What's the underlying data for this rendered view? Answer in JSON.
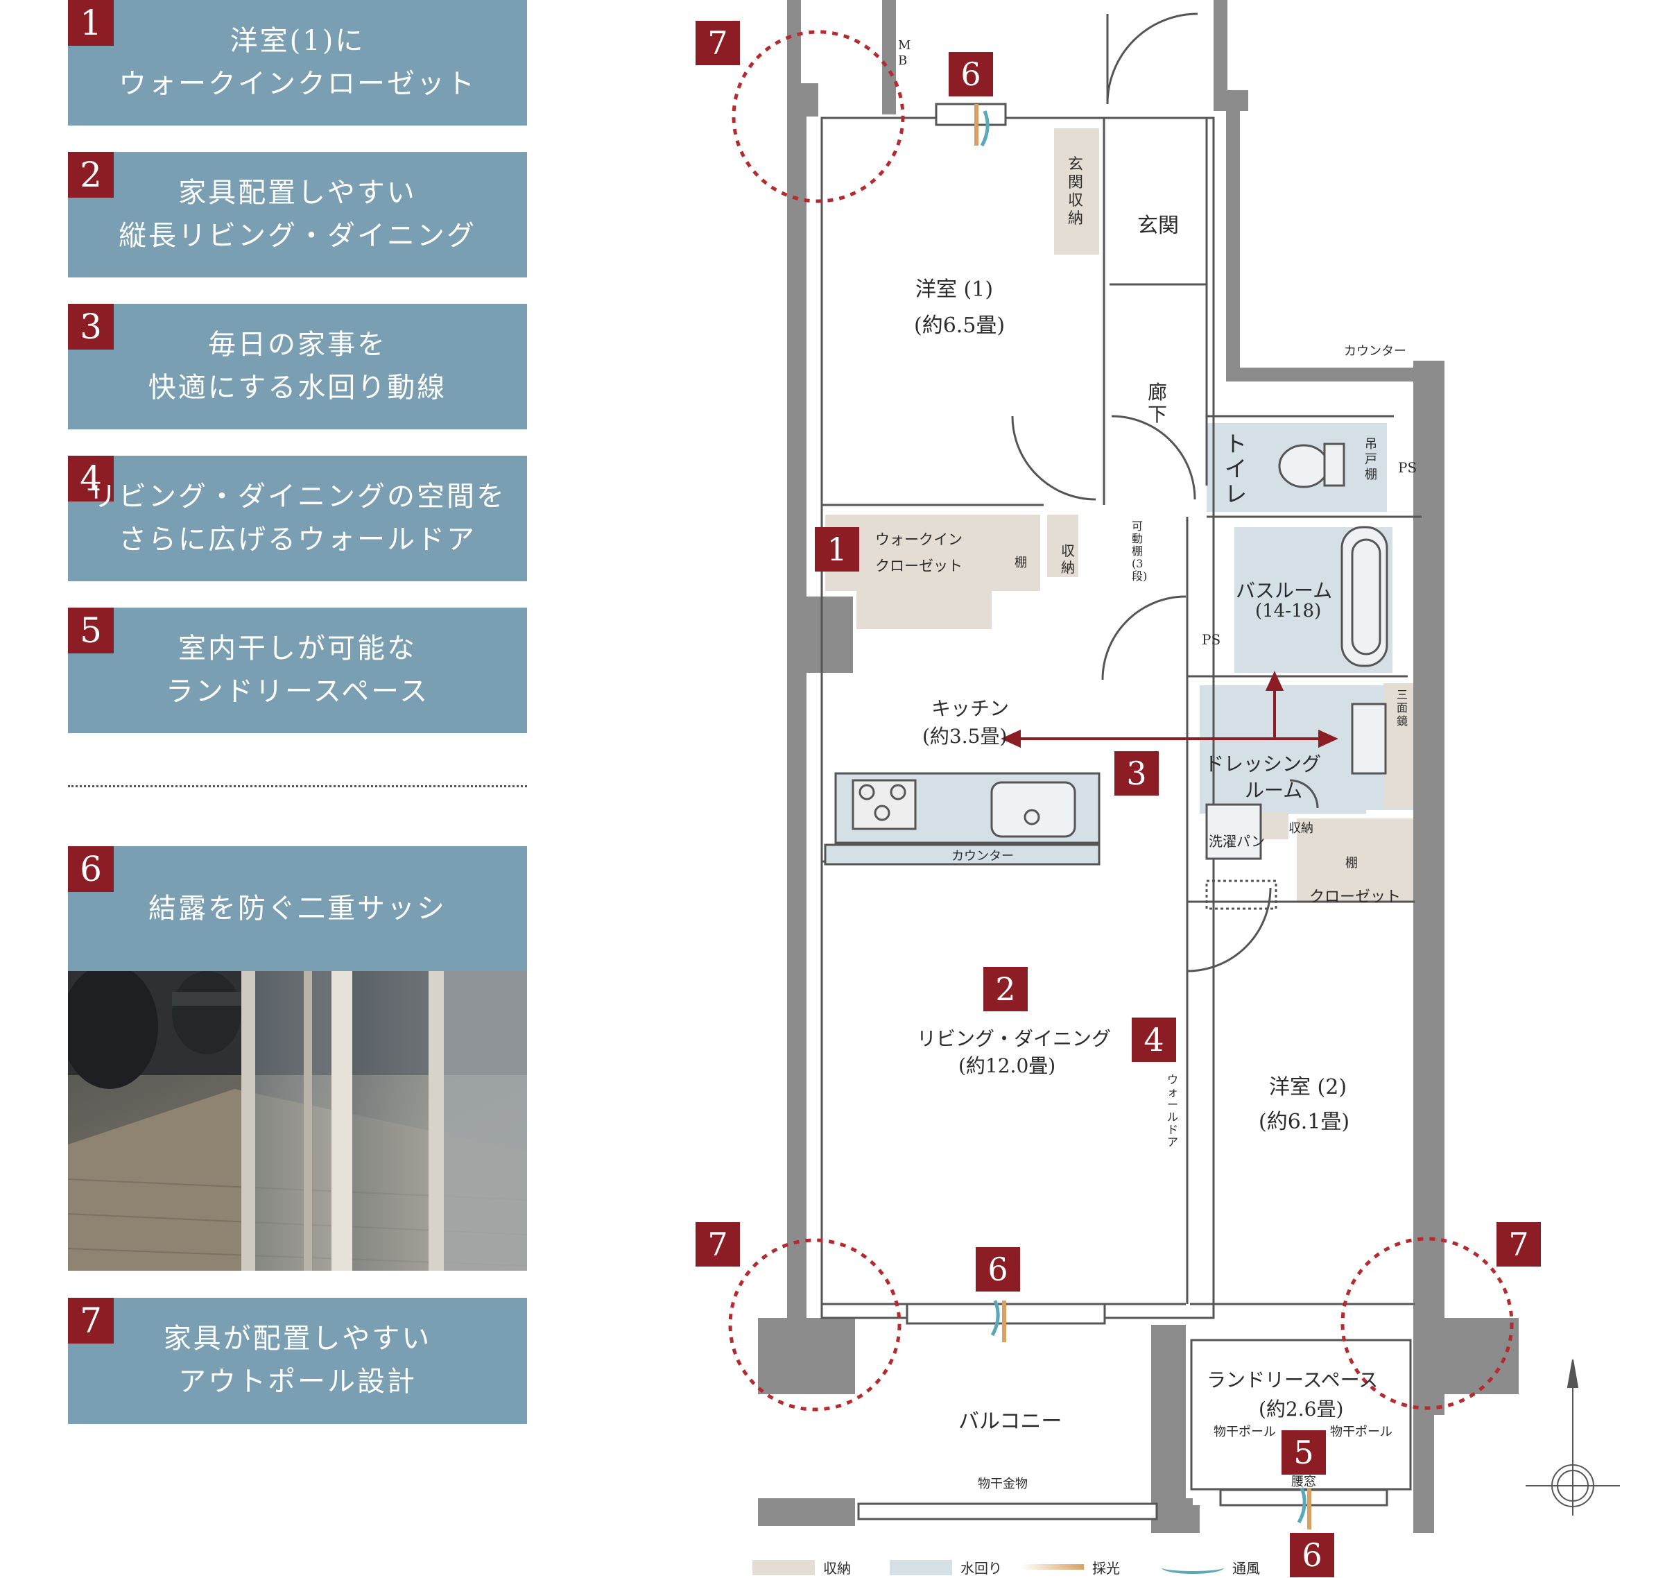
{
  "features": [
    {
      "num": "1",
      "line1": "洋室(1)に",
      "line2": "ウォークインクローゼット"
    },
    {
      "num": "2",
      "line1": "家具配置しやすい",
      "line2": "縦長リビング・ダイニング"
    },
    {
      "num": "3",
      "line1": "毎日の家事を",
      "line2": "快適にする水回り動線"
    },
    {
      "num": "4",
      "line1": "リビング・ダイニングの空間を",
      "line2": "さらに広げるウォールドア"
    },
    {
      "num": "5",
      "line1": "室内干しが可能な",
      "line2": "ランドリースペース"
    },
    {
      "num": "6",
      "line1": "結露を防ぐ二重サッシ"
    },
    {
      "num": "7",
      "line1": "家具が配置しやすい",
      "line2": "アウトポール設計"
    }
  ],
  "plan": {
    "rooms": {
      "western1_name": "洋室 (1)",
      "western1_size": "(約6.5畳)",
      "entrance": "玄関",
      "entrance_storage": "玄関収納",
      "mb": "MB",
      "corridor": "廊下",
      "toilet": "トイレ",
      "hanging_shelf": "吊戸棚",
      "counter_top": "カウンター",
      "ps1": "PS",
      "ps2": "PS",
      "walkin_1": "ウォークイン",
      "walkin_2": "クローゼット",
      "shelf": "棚",
      "storage": "収納",
      "movable_shelf": "可動棚(3段)",
      "bath_1": "バスルーム",
      "bath_2": "(14-18)",
      "kitchen_name": "キッチン",
      "kitchen_size": "(約3.5畳)",
      "dressing_1": "ドレッシング",
      "dressing_2": "ルーム",
      "mirror": "三面鏡",
      "washer_pan": "洗濯パン",
      "closet": "クローゼット",
      "counter": "カウンター",
      "living_name": "リビング・ダイニング",
      "living_size": "(約12.0畳)",
      "wall_door": "ウォールドア",
      "western2_name": "洋室 (2)",
      "western2_size": "(約6.1畳)",
      "balcony": "バルコニー",
      "drying_hardware": "物干金物",
      "laundry_name": "ランドリースペース",
      "laundry_size": "(約2.6畳)",
      "drying_pole": "物干ポール",
      "waist_window": "腰窓"
    },
    "markers": [
      "1",
      "2",
      "3",
      "4",
      "5",
      "6",
      "7"
    ]
  },
  "legend": [
    {
      "label": "収納",
      "color": "#e3ddd3"
    },
    {
      "label": "水回り",
      "color": "#d4dfe6"
    },
    {
      "label": "採光",
      "color": "#d9a063"
    },
    {
      "label": "通風",
      "color": "#5aa9b8"
    }
  ],
  "colors": {
    "card": "#7a9fb3",
    "badge": "#8c1d24",
    "wall": "#8c8c8c",
    "storage": "#e3ddd3",
    "water": "#d4dfe6",
    "arrow": "#8c1d24"
  }
}
